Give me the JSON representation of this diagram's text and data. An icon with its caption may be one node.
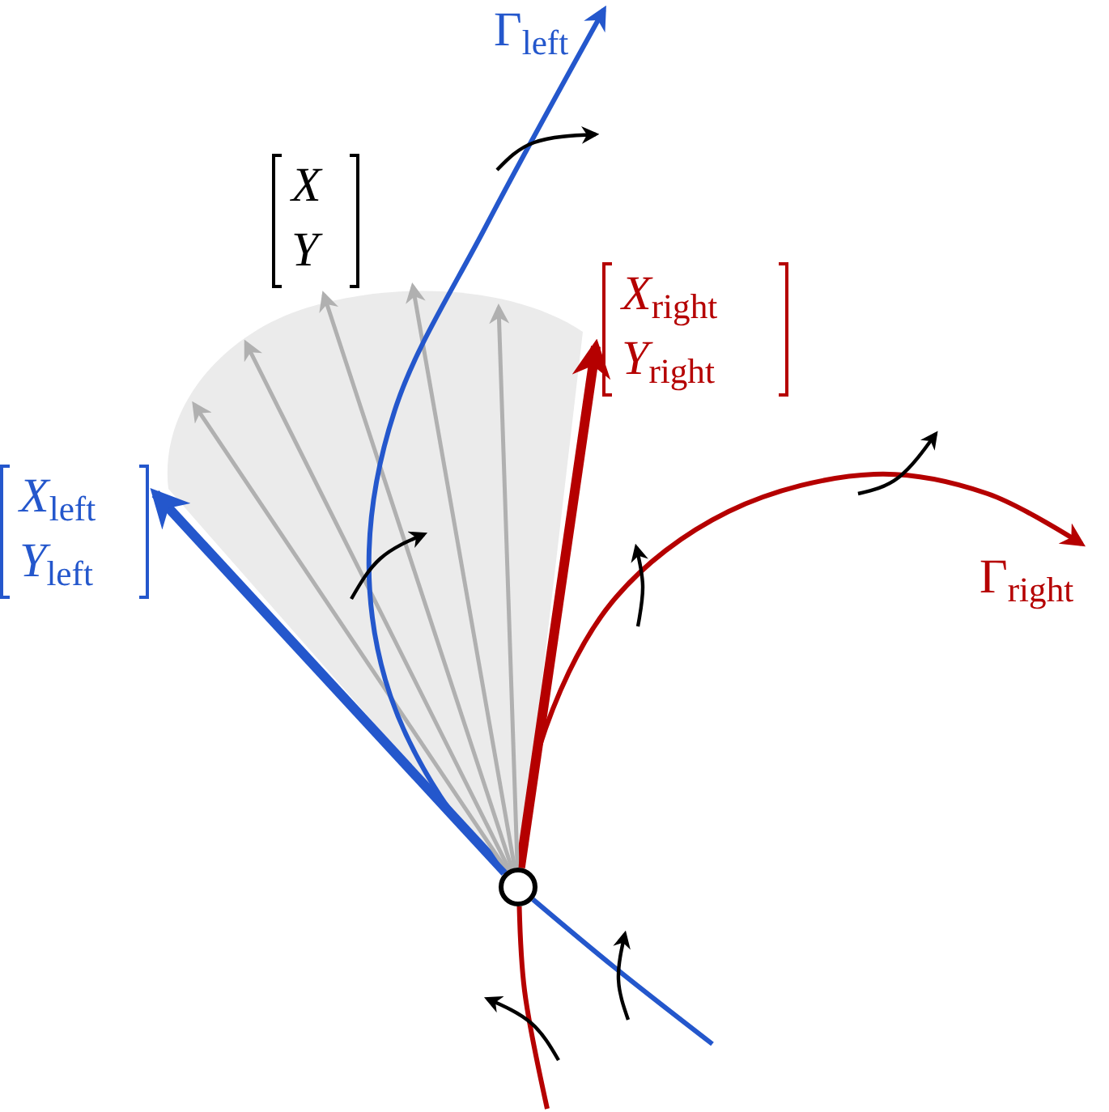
{
  "diagram": {
    "nodes": [
      {
        "text": [
          "Γ$_{left}$"
        ]
      },
      {
        "text": [
          "X",
          "Y"
        ]
      },
      {
        "text": [
          "X$_{right}$",
          "Y$_{right}$"
        ]
      },
      {
        "text": [
          "X$_{left}$",
          "Y$_{left}$"
        ]
      },
      {
        "text": [
          "Γ$_{right}$"
        ]
      },
      {
        "text": [],
        "shape": "circle"
      }
    ],
    "edges": [
      {
        "from": 5,
        "to": 3,
        "arrow": "to",
        "style": "thick",
        "color": "#2457cc"
      },
      {
        "from": 5,
        "to": 2,
        "arrow": "to",
        "style": "thick",
        "color": "#b50000"
      },
      {
        "from": 5,
        "to": null,
        "arrow": "to",
        "color": "#b0b0b0"
      },
      {
        "from": 5,
        "to": null,
        "arrow": "to",
        "color": "#b0b0b0"
      },
      {
        "from": 5,
        "to": 1,
        "arrow": "to",
        "color": "#b0b0b0"
      },
      {
        "from": 5,
        "to": null,
        "arrow": "to",
        "color": "#b0b0b0"
      },
      {
        "from": 5,
        "to": null,
        "arrow": "to",
        "color": "#b0b0b0"
      },
      {
        "from": null,
        "to": 5,
        "arrow": "none",
        "color": "#2457cc"
      },
      {
        "from": 5,
        "to": 0,
        "arrow": "to",
        "color": "#2457cc"
      },
      {
        "from": null,
        "to": 5,
        "arrow": "none",
        "color": "#b50000"
      },
      {
        "from": 5,
        "to": 4,
        "arrow": "to",
        "color": "#b50000"
      }
    ]
  }
}
